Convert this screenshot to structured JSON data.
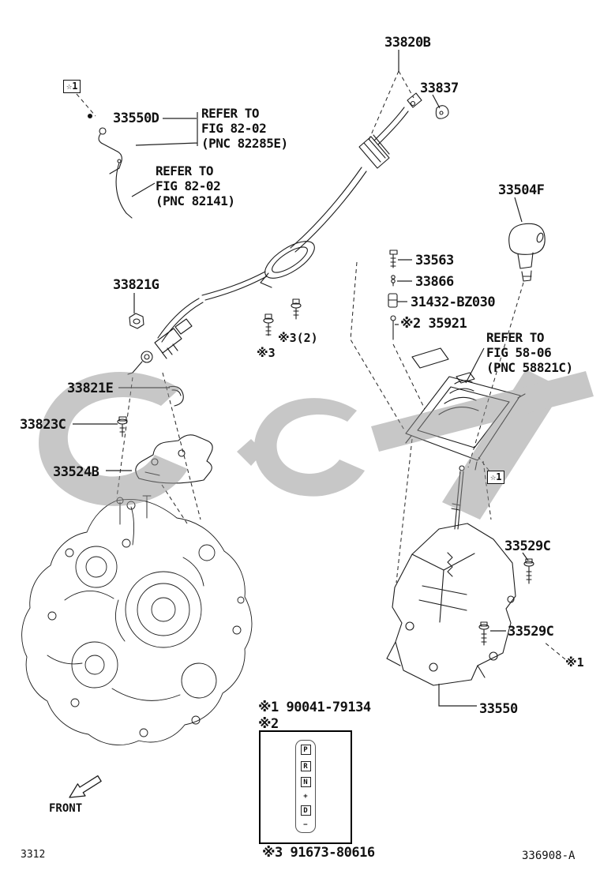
{
  "doc": {
    "figure_code": "3312",
    "drawing_number": "336908-A",
    "front_label": "FRONT"
  },
  "parts": {
    "p33820B": "33820B",
    "p33837": "33837",
    "p33550D": "33550D",
    "p33504F": "33504F",
    "p33563": "33563",
    "p33866": "33866",
    "p31432": "31432-BZ030",
    "p35921": "35921",
    "p33821G": "33821G",
    "p33821E": "33821E",
    "p33823C": "33823C",
    "p33524B": "33524B",
    "p33529C": "33529C",
    "p33550": "33550"
  },
  "markers": {
    "star1": "☆1",
    "note1": "※1",
    "note2": "※2",
    "note3": "※3",
    "note3_qty": "※3(2)"
  },
  "refer_notes": {
    "r82285": {
      "l1": "REFER TO",
      "l2": "FIG 82-02",
      "l3": "(PNC 82285E)"
    },
    "r82141": {
      "l1": "REFER TO",
      "l2": "FIG 82-02",
      "l3": "(PNC 82141)"
    },
    "r58821": {
      "l1": "REFER TO",
      "l2": "FIG 58-06",
      "l3": "(PNC 58821C)"
    }
  },
  "legend": {
    "note1_marker": "※1",
    "note1_part": "90041-79134",
    "note2_marker": "※2",
    "note3_marker": "※3",
    "note3_part": "91673-80616"
  },
  "shift_indicator": {
    "park": "P",
    "reverse": "R",
    "neutral": "N",
    "drive": "D",
    "plus": "+",
    "minus": "−"
  },
  "colors": {
    "line": "#1c1c1c",
    "watermark": "#909090"
  }
}
